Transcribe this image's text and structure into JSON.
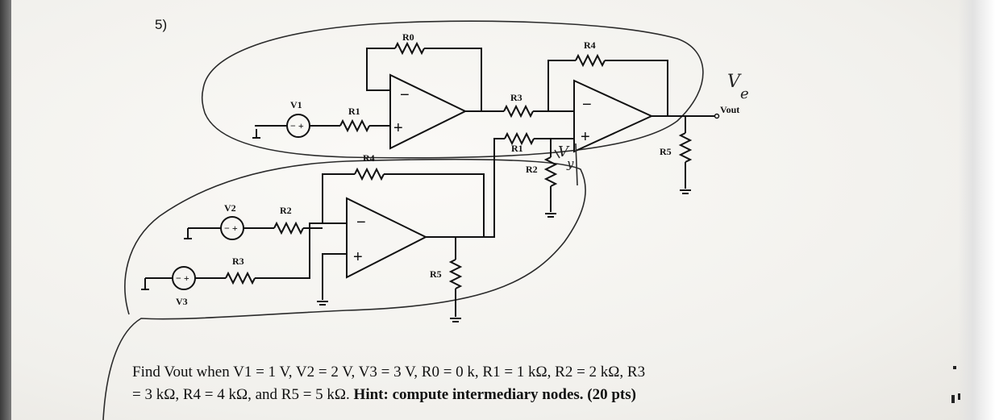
{
  "question_number": "5)",
  "labels": {
    "r0": "R0",
    "r4_top": "R4",
    "v1": "V1",
    "r1_left": "R1",
    "r3_mid": "R3",
    "r1_mid": "R1",
    "r2_right": "R2",
    "r5_right": "R5",
    "r4_mid": "R4",
    "v2": "V2",
    "r2_left": "R2",
    "r3_left": "R3",
    "v3": "V3",
    "r5_bottom": "R5",
    "vout": "Vout",
    "plus": "+",
    "minus": "−"
  },
  "handwriting": {
    "ve_v": "V",
    "ve_e": "e",
    "vy_v": "V",
    "vy_y": "y"
  },
  "problem": {
    "line1": "Find Vout when V1 = 1 V, V2 = 2 V, V3 = 3 V, R0 = 0 k, R1 = 1 kΩ, R2 = 2 kΩ, R3",
    "line2_prefix": "= 3 kΩ, R4 = 4 kΩ, and R5 = 5 kΩ. ",
    "line2_hint": "Hint: compute intermediary nodes. (20 pts)"
  }
}
